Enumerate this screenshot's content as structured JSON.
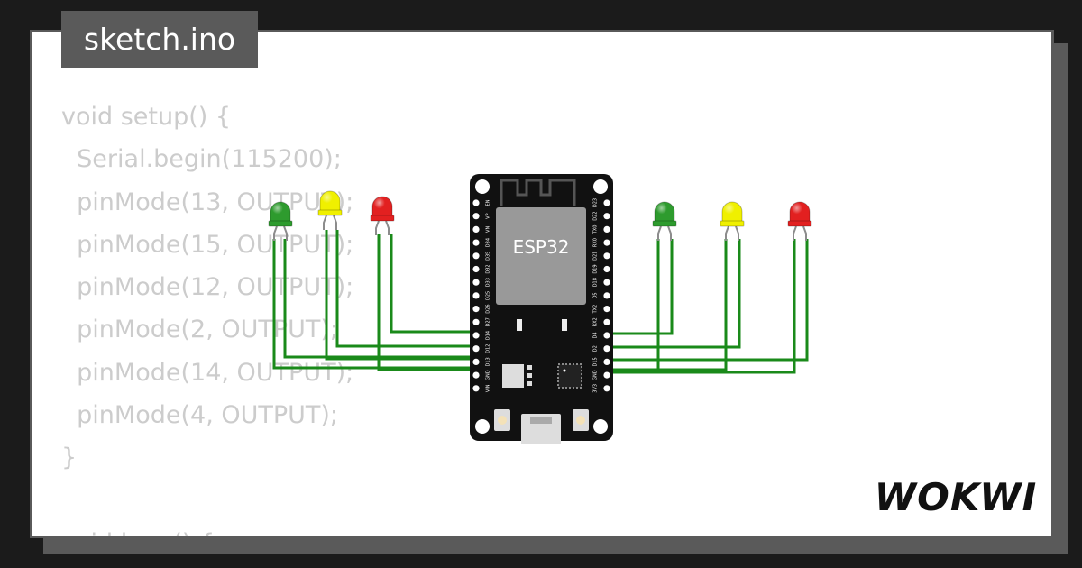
{
  "file_tab": {
    "name": "sketch.ino"
  },
  "code": {
    "lines": [
      "void setup() {",
      "  Serial.begin(115200);",
      "  pinMode(13, OUTPUT);",
      "  pinMode(15, OUTPUT);",
      "  pinMode(12, OUTPUT);",
      "  pinMode(2, OUTPUT);",
      "  pinMode(14, OUTPUT);",
      "  pinMode(4, OUTPUT);",
      "}",
      "",
      "void loop() {"
    ]
  },
  "board": {
    "chip_label": "ESP32",
    "left_pins": [
      "EN",
      "VP",
      "VN",
      "D34",
      "D35",
      "D32",
      "D33",
      "D25",
      "D26",
      "D27",
      "D14",
      "D12",
      "D13",
      "GND",
      "VIN"
    ],
    "right_pins": [
      "D23",
      "D22",
      "TX0",
      "RX0",
      "D21",
      "D19",
      "D18",
      "D5",
      "TX2",
      "RX2",
      "D4",
      "D2",
      "D15",
      "GND",
      "3V3"
    ]
  },
  "leds": [
    {
      "name": "led-left-green",
      "color": "#2e9b2e"
    },
    {
      "name": "led-left-yellow",
      "color": "#f0f000"
    },
    {
      "name": "led-left-red",
      "color": "#e22020"
    },
    {
      "name": "led-right-green",
      "color": "#2e9b2e"
    },
    {
      "name": "led-right-yellow",
      "color": "#f0f000"
    },
    {
      "name": "led-right-red",
      "color": "#e22020"
    }
  ],
  "wire_color": "#1a8a1a",
  "brand": {
    "logo_text": "WOKWI"
  }
}
